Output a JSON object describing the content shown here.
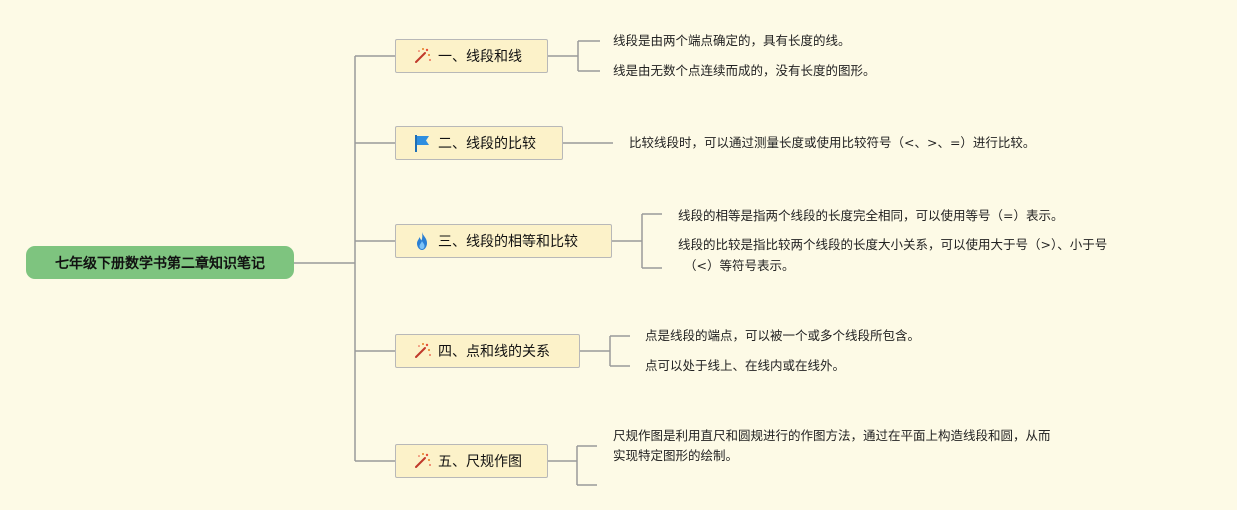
{
  "root": {
    "title": "七年级下册数学书第二章知识笔记"
  },
  "branches": [
    {
      "title": "一、线段和线",
      "icon": "magic-wand-icon",
      "notes": [
        "线段是由两个端点确定的，具有长度的线。",
        "线是由无数个点连续而成的，没有长度的图形。"
      ]
    },
    {
      "title": "二、线段的比较",
      "icon": "flag-icon",
      "notes": [
        "比较线段时，可以通过测量长度或使用比较符号（<、>、=）进行比较。"
      ]
    },
    {
      "title": "三、线段的相等和比较",
      "icon": "fire-icon",
      "notes": [
        "线段的相等是指两个线段的长度完全相同，可以使用等号（=）表示。",
        "线段的比较是指比较两个线段的长度大小关系，可以使用大于号（>）、小于号",
        "（<）等符号表示。"
      ]
    },
    {
      "title": "四、点和线的关系",
      "icon": "magic-wand-icon",
      "notes": [
        "点是线段的端点，可以被一个或多个线段所包含。",
        "点可以处于线上、在线内或在线外。"
      ]
    },
    {
      "title": "五、尺规作图",
      "icon": "magic-wand-icon",
      "notes": [
        "尺规作图是利用直尺和圆规进行的作图方法，通过在平面上构造线段和圆，从而",
        "实现特定图形的绘制。"
      ]
    }
  ]
}
